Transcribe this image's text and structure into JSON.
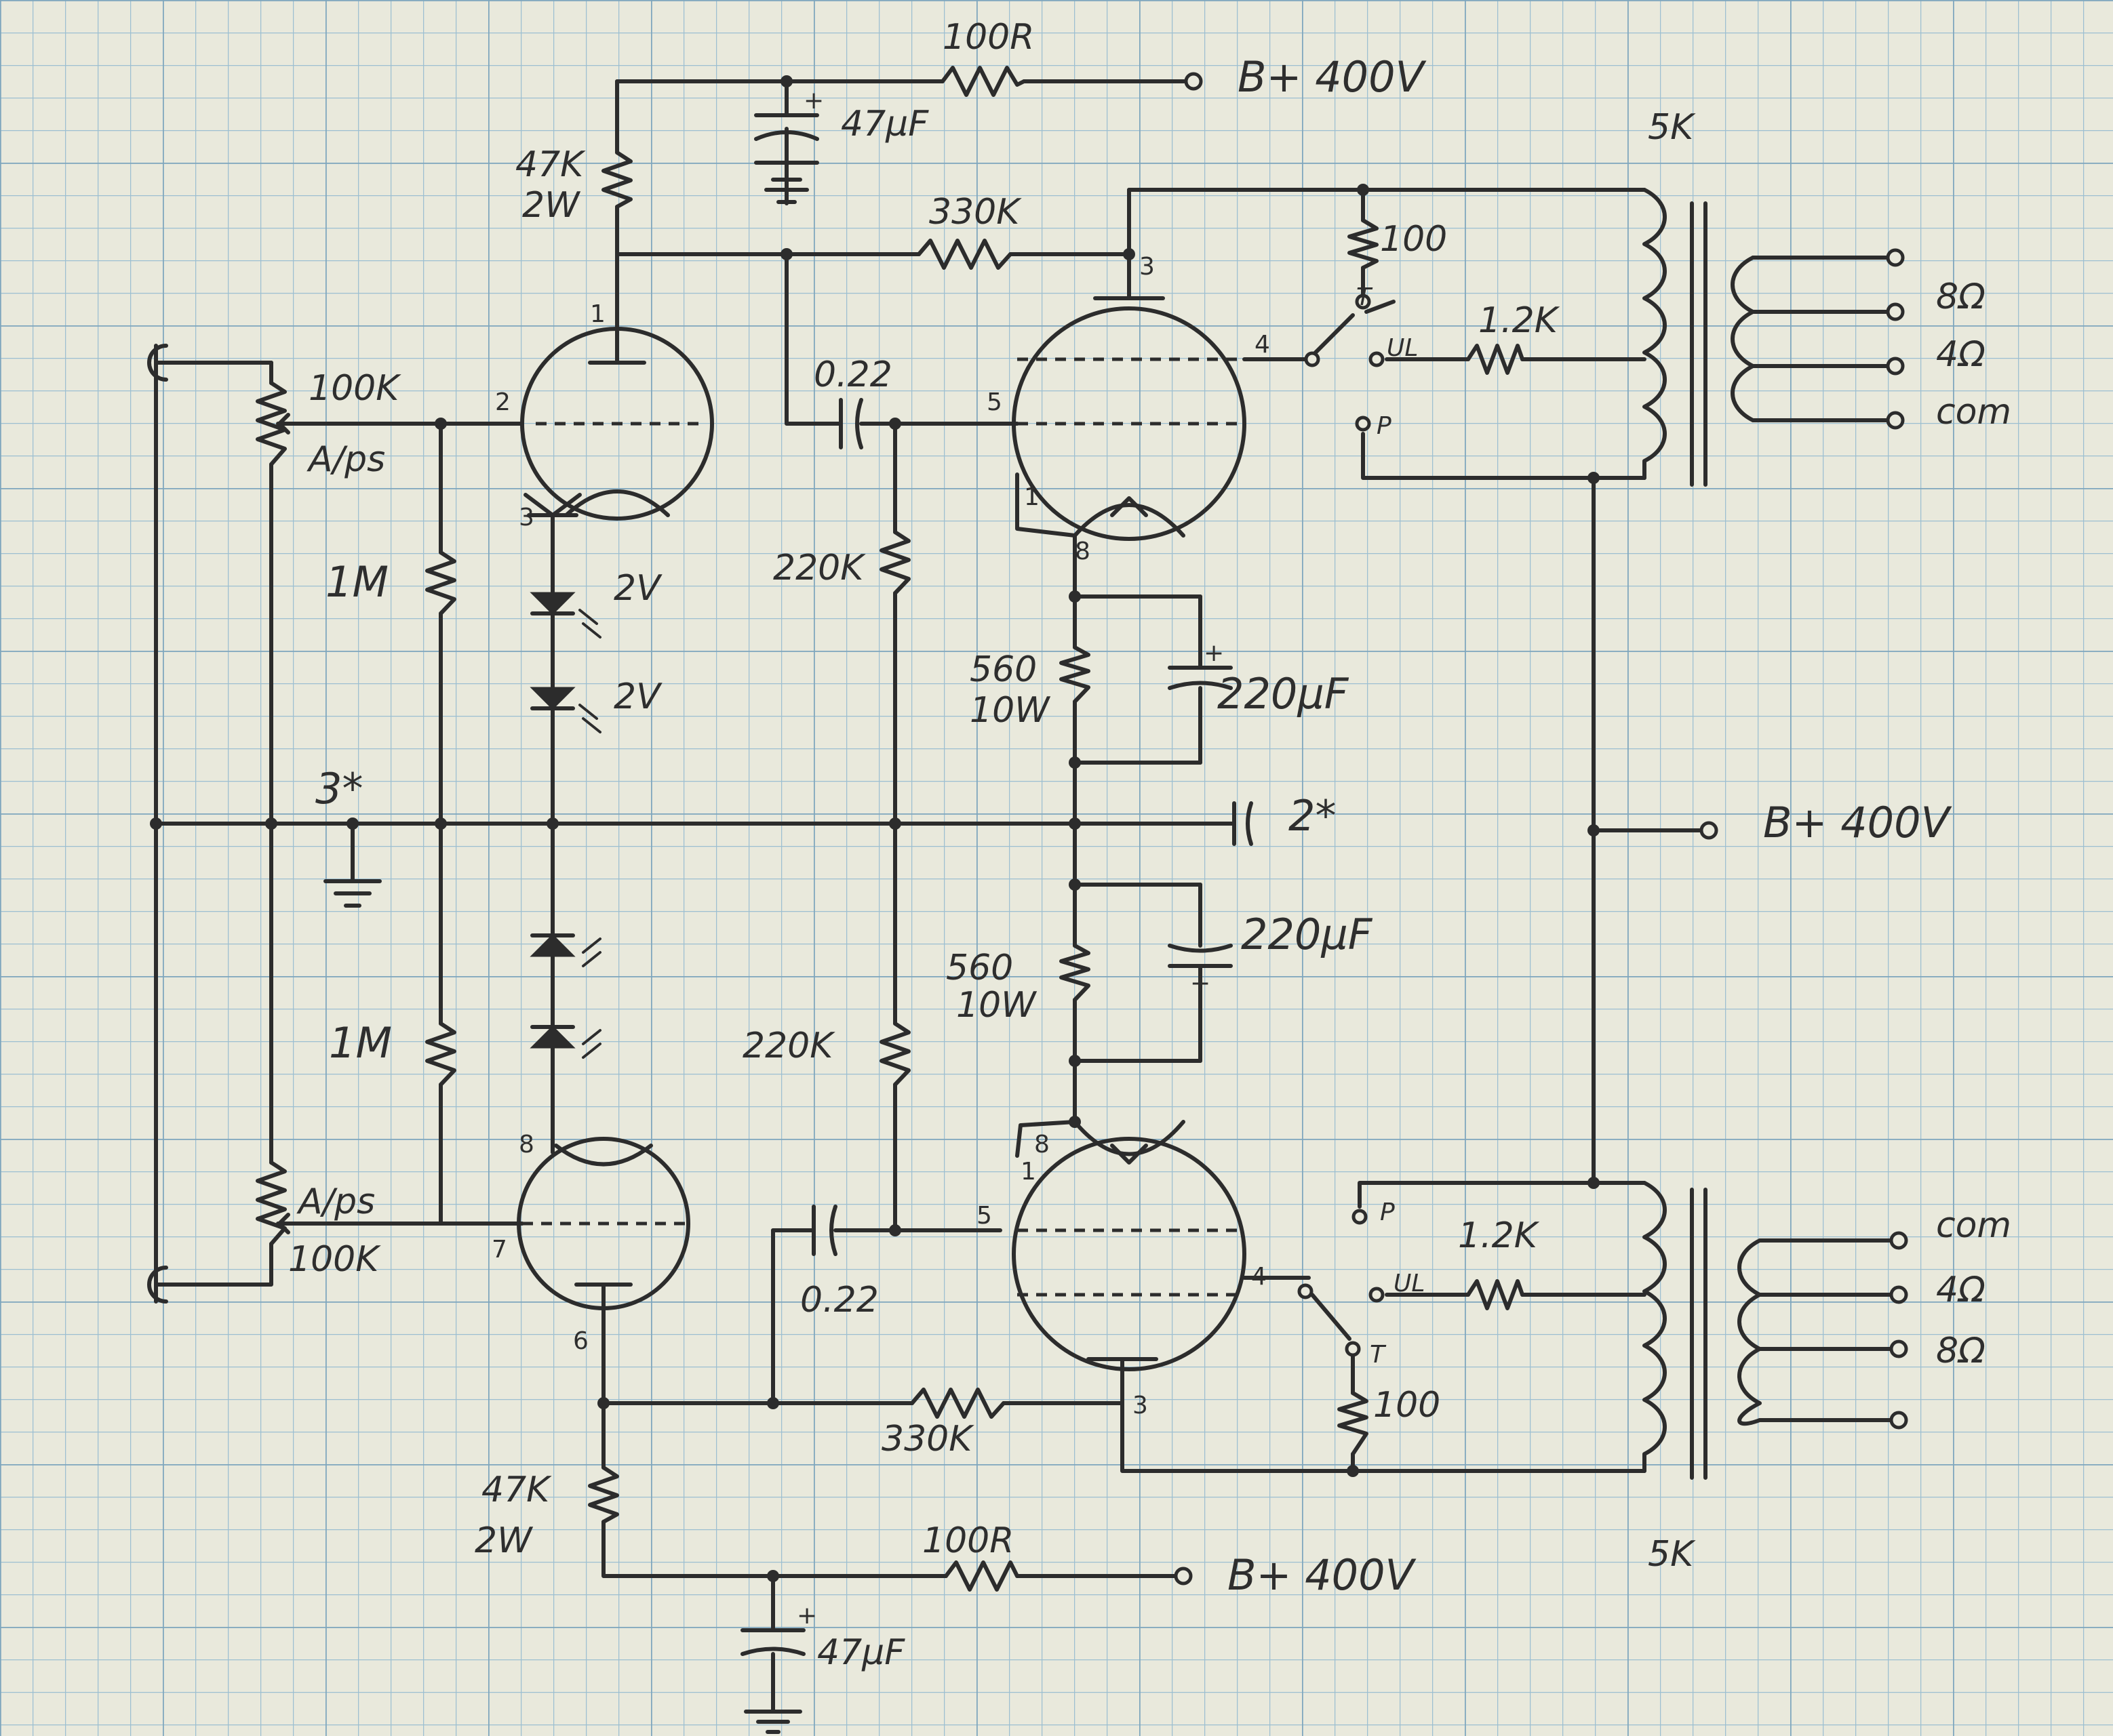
{
  "colors": {
    "paper": "#e9e9dc",
    "grid": "#8fb4c9",
    "ink": "#2c2c2c"
  },
  "labels": {
    "r_100r_top": "100R",
    "bplus_top": "B+ 400V",
    "c_47uf_top": "47µF",
    "r_47k_top": "47K",
    "r_47k_top_w": "2W",
    "r_330k_top": "330K",
    "tx_top": "5K",
    "r_100_top": "100",
    "tap_t_top": "T",
    "tap_ul_top": "UL",
    "tap_p_top": "P",
    "r_1k2_top": "1.2K",
    "out_8_top": "8Ω",
    "out_4_top": "4Ω",
    "out_com_top": "com",
    "pot_top": "100K",
    "pot_top_note": "A/ps",
    "c_022_top": "0.22",
    "r_1m_top": "1M",
    "led_1": "2V",
    "led_2": "2V",
    "r_220k_top": "220K",
    "r_560_top": "560",
    "r_560_top_w": "10W",
    "c_220uf_top": "220µF",
    "ground_note": "3*",
    "note_2": "2*",
    "bplus_mid": "B+ 400V",
    "r_560_bot": "560",
    "r_560_bot_w": "10W",
    "c_220uf_bot": "220µF",
    "r_1m_bot": "1M",
    "r_220k_bot": "220K",
    "pot_bot_note": "A/ps",
    "pot_bot": "100K",
    "c_022_bot": "0.22",
    "r_330k_bot": "330K",
    "r_47k_bot": "47K",
    "r_47k_bot_w": "2W",
    "r_100r_bot": "100R",
    "bplus_bot": "B+ 400V",
    "c_47uf_bot": "47µF",
    "tap_p_bot": "P",
    "tap_ul_bot": "UL",
    "r_1k2_bot": "1.2K",
    "tap_t_bot": "T",
    "r_100_bot": "100",
    "out_com_bot": "com",
    "out_4_bot": "4Ω",
    "out_8_bot": "8Ω",
    "tx_bot": "5K"
  },
  "pins": {
    "v1_top": [
      "1",
      "2",
      "3"
    ],
    "v2_top": [
      "3",
      "4",
      "5",
      "1",
      "8"
    ],
    "v1_bot": [
      "8",
      "7",
      "6"
    ],
    "v2_bot": [
      "8",
      "1",
      "5",
      "4",
      "3"
    ]
  }
}
